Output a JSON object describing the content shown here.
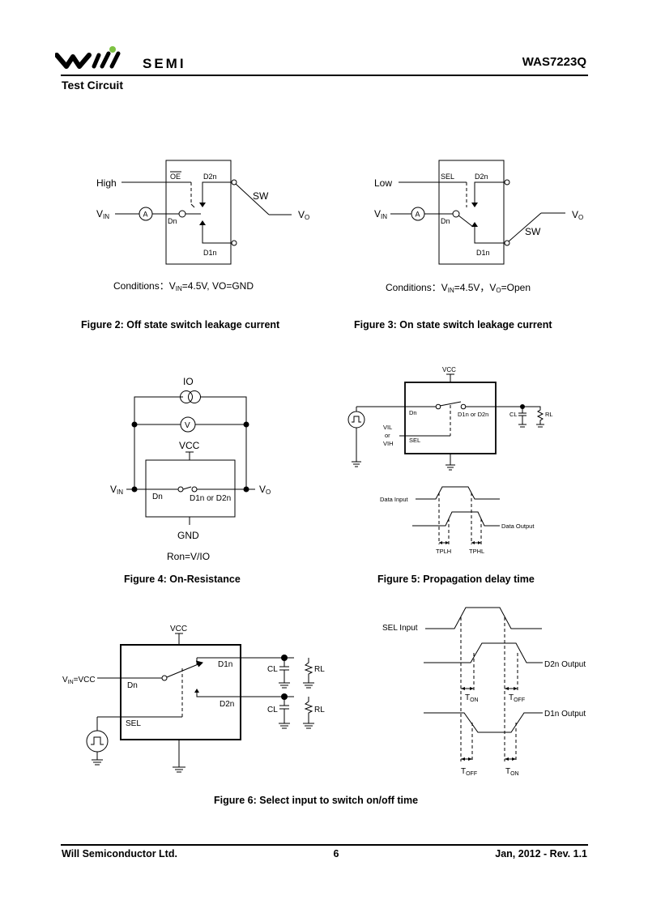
{
  "header": {
    "logo_text": "SEMI",
    "part_number": "WAS7223Q"
  },
  "section_title": "Test Circuit",
  "figure2": {
    "caption": "Figure 2: Off state switch leakage current",
    "high": "High",
    "vin": "V",
    "vin_sub": "IN",
    "oe": "OE",
    "d2n": "D2n",
    "d1n": "D1n",
    "dn": "Dn",
    "sw": "SW",
    "vo": "V",
    "vo_sub": "O",
    "ammeter": "A",
    "cond_pre": "Conditions：V",
    "cond_sub": "IN",
    "cond_post": "=4.5V, VO=GND"
  },
  "figure3": {
    "caption": "Figure 3: On state switch leakage current",
    "low": "Low",
    "vin": "V",
    "vin_sub": "IN",
    "sel": "SEL",
    "d2n": "D2n",
    "d1n": "D1n",
    "dn": "Dn",
    "sw": "SW",
    "vo": "V",
    "vo_sub": "O",
    "ammeter": "A",
    "cond_pre": "Conditions：V",
    "cond_sub": "IN",
    "cond_mid": "=4.5V，V",
    "cond_sub2": "O",
    "cond_post": "=Open"
  },
  "figure4": {
    "caption": "Figure 4: On-Resistance",
    "io": "IO",
    "voltmeter": "V",
    "vcc": "VCC",
    "gnd": "GND",
    "vin": "V",
    "vin_sub": "IN",
    "vo": "V",
    "vo_sub": "O",
    "dn": "Dn",
    "d1n_or_d2n": "D1n or D2n",
    "formula": "Ron=V/IO"
  },
  "figure5": {
    "caption": "Figure 5: Propagation delay time",
    "vcc": "VCC",
    "dn": "Dn",
    "d1n_or_d2n": "D1n or D2n",
    "cl": "CL",
    "rl": "RL",
    "vil": "VIL",
    "or": "or",
    "vih": "VIH",
    "sel": "SEL",
    "data_input": "Data Input",
    "data_output": "Data Output",
    "tplh": "TPLH",
    "tphl": "TPHL"
  },
  "figure6": {
    "caption": "Figure 6: Select input to switch on/off time",
    "vcc": "VCC",
    "vin_pre": "V",
    "vin_sub": "IN",
    "vin_post": "=VCC",
    "dn": "Dn",
    "d1n": "D1n",
    "d2n": "D2n",
    "sel": "SEL",
    "cl1": "CL",
    "rl1": "RL",
    "cl2": "CL",
    "rl2": "RL",
    "sel_input": "SEL Input",
    "d2n_output": "D2n Output",
    "d1n_output": "D1n Output",
    "t": "T",
    "on": "ON",
    "off": "OFF"
  },
  "footer": {
    "company": "Will Semiconductor Ltd.",
    "page": "6",
    "date_rev": "Jan, 2012 - Rev. 1.1"
  }
}
